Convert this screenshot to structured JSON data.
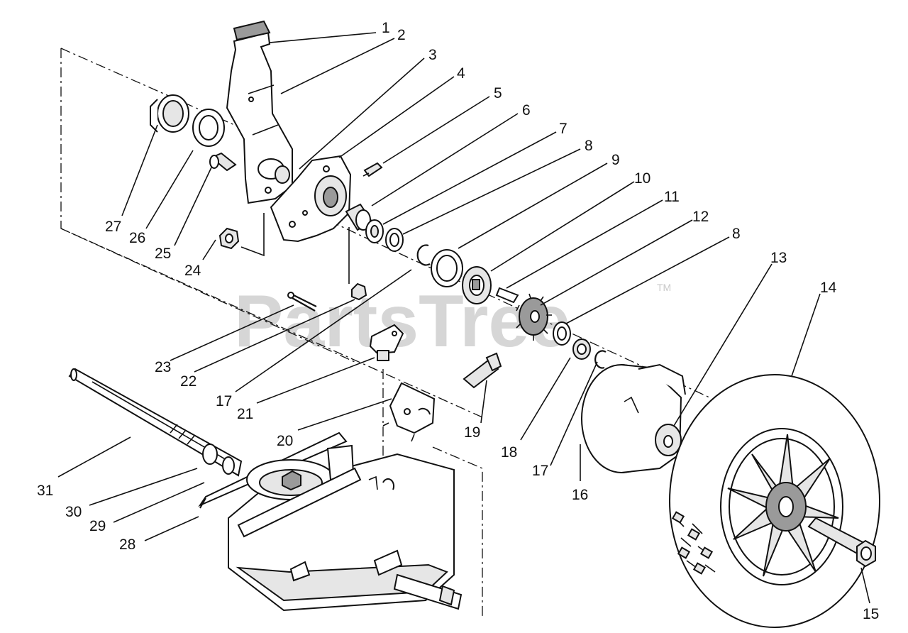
{
  "watermark": {
    "text": "PartsTree",
    "trademark": "TM"
  },
  "callouts": [
    "1",
    "2",
    "3",
    "4",
    "5",
    "6",
    "7",
    "8",
    "9",
    "10",
    "11",
    "12",
    "8",
    "13",
    "14",
    "15",
    "16",
    "17",
    "18",
    "19",
    "20",
    "17",
    "21",
    "22",
    "23",
    "24",
    "25",
    "26",
    "27",
    "28",
    "29",
    "30",
    "31"
  ]
}
